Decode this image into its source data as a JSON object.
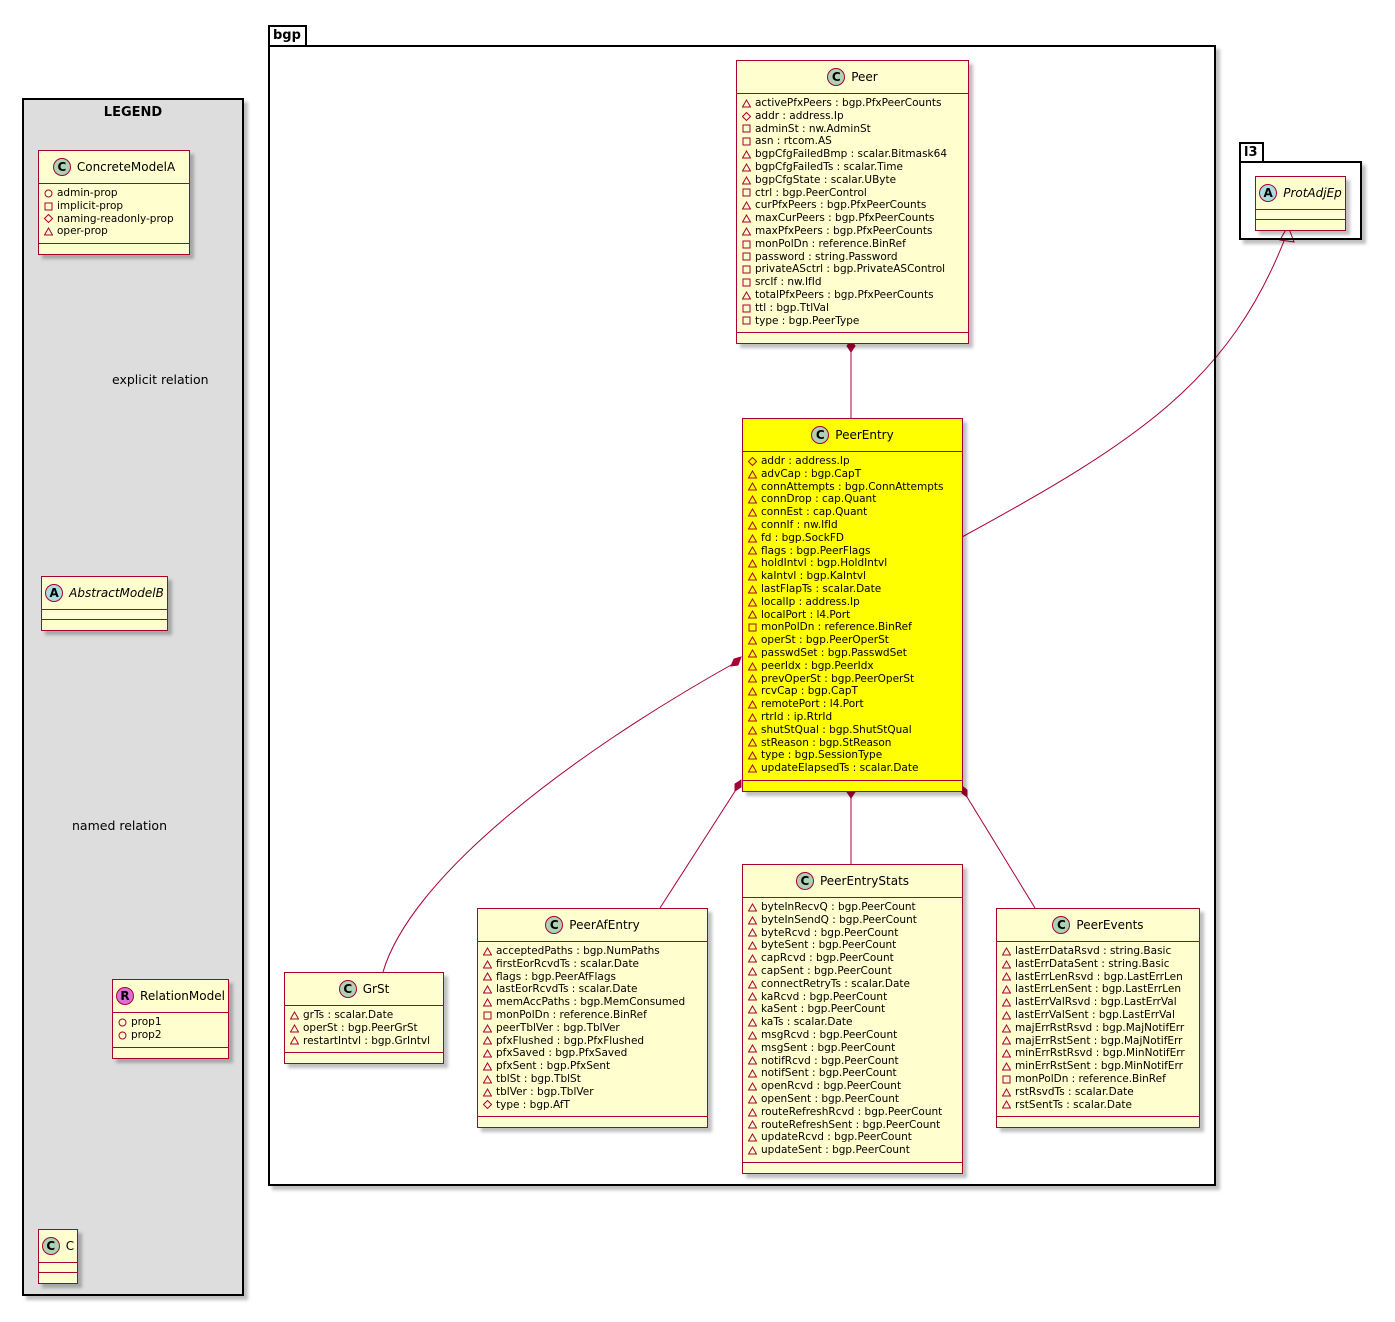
{
  "packages": {
    "bgp": "bgp",
    "l3": "l3"
  },
  "legend": {
    "title": "LEGEND",
    "explicit_relation": "explicit relation",
    "named_relation": "named relation",
    "classes": {
      "concrete": {
        "name": "ConcreteModelA",
        "kind": "C",
        "attrs": [
          {
            "v": "public",
            "t": "admin-prop"
          },
          {
            "v": "private",
            "t": "implicit-prop"
          },
          {
            "v": "protected",
            "t": "naming-readonly-prop"
          },
          {
            "v": "package",
            "t": "oper-prop"
          }
        ]
      },
      "abstract": {
        "name": "AbstractModelB",
        "kind": "A",
        "attrs": []
      },
      "relation": {
        "name": "RelationModel",
        "kind": "R",
        "attrs": [
          {
            "v": "public",
            "t": "prop1"
          },
          {
            "v": "public",
            "t": "prop2"
          }
        ]
      },
      "c": {
        "name": "C",
        "kind": "C",
        "attrs": []
      }
    }
  },
  "classes": {
    "peer": {
      "name": "Peer",
      "kind": "C",
      "attrs": [
        {
          "v": "package",
          "t": "activePfxPeers : bgp.PfxPeerCounts"
        },
        {
          "v": "protected",
          "t": "addr : address.Ip"
        },
        {
          "v": "private",
          "t": "adminSt : nw.AdminSt"
        },
        {
          "v": "private",
          "t": "asn : rtcom.AS"
        },
        {
          "v": "package",
          "t": "bgpCfgFailedBmp : scalar.Bitmask64"
        },
        {
          "v": "package",
          "t": "bgpCfgFailedTs : scalar.Time"
        },
        {
          "v": "package",
          "t": "bgpCfgState : scalar.UByte"
        },
        {
          "v": "private",
          "t": "ctrl : bgp.PeerControl"
        },
        {
          "v": "package",
          "t": "curPfxPeers : bgp.PfxPeerCounts"
        },
        {
          "v": "package",
          "t": "maxCurPeers : bgp.PfxPeerCounts"
        },
        {
          "v": "package",
          "t": "maxPfxPeers : bgp.PfxPeerCounts"
        },
        {
          "v": "private",
          "t": "monPolDn : reference.BinRef"
        },
        {
          "v": "private",
          "t": "password : string.Password"
        },
        {
          "v": "private",
          "t": "privateASctrl : bgp.PrivateASControl"
        },
        {
          "v": "private",
          "t": "srcIf : nw.IfId"
        },
        {
          "v": "package",
          "t": "totalPfxPeers : bgp.PfxPeerCounts"
        },
        {
          "v": "private",
          "t": "ttl : bgp.TtlVal"
        },
        {
          "v": "private",
          "t": "type : bgp.PeerType"
        }
      ]
    },
    "peerEntry": {
      "name": "PeerEntry",
      "kind": "C",
      "attrs": [
        {
          "v": "protected",
          "t": "addr : address.Ip"
        },
        {
          "v": "package",
          "t": "advCap : bgp.CapT"
        },
        {
          "v": "package",
          "t": "connAttempts : bgp.ConnAttempts"
        },
        {
          "v": "package",
          "t": "connDrop : cap.Quant"
        },
        {
          "v": "package",
          "t": "connEst : cap.Quant"
        },
        {
          "v": "package",
          "t": "connIf : nw.IfId"
        },
        {
          "v": "package",
          "t": "fd : bgp.SockFD"
        },
        {
          "v": "package",
          "t": "flags : bgp.PeerFlags"
        },
        {
          "v": "package",
          "t": "holdIntvl : bgp.HoldIntvl"
        },
        {
          "v": "package",
          "t": "kaIntvl : bgp.KaIntvl"
        },
        {
          "v": "package",
          "t": "lastFlapTs : scalar.Date"
        },
        {
          "v": "package",
          "t": "localIp : address.Ip"
        },
        {
          "v": "package",
          "t": "localPort : l4.Port"
        },
        {
          "v": "private",
          "t": "monPolDn : reference.BinRef"
        },
        {
          "v": "package",
          "t": "operSt : bgp.PeerOperSt"
        },
        {
          "v": "package",
          "t": "passwdSet : bgp.PasswdSet"
        },
        {
          "v": "package",
          "t": "peerIdx : bgp.PeerIdx"
        },
        {
          "v": "package",
          "t": "prevOperSt : bgp.PeerOperSt"
        },
        {
          "v": "package",
          "t": "rcvCap : bgp.CapT"
        },
        {
          "v": "package",
          "t": "remotePort : l4.Port"
        },
        {
          "v": "package",
          "t": "rtrId : ip.RtrId"
        },
        {
          "v": "package",
          "t": "shutStQual : bgp.ShutStQual"
        },
        {
          "v": "package",
          "t": "stReason : bgp.StReason"
        },
        {
          "v": "package",
          "t": "type : bgp.SessionType"
        },
        {
          "v": "package",
          "t": "updateElapsedTs : scalar.Date"
        }
      ]
    },
    "grSt": {
      "name": "GrSt",
      "kind": "C",
      "attrs": [
        {
          "v": "package",
          "t": "grTs : scalar.Date"
        },
        {
          "v": "package",
          "t": "operSt : bgp.PeerGrSt"
        },
        {
          "v": "package",
          "t": "restartIntvl : bgp.GrIntvl"
        }
      ]
    },
    "peerAfEntry": {
      "name": "PeerAfEntry",
      "kind": "C",
      "attrs": [
        {
          "v": "package",
          "t": "acceptedPaths : bgp.NumPaths"
        },
        {
          "v": "package",
          "t": "firstEorRcvdTs : scalar.Date"
        },
        {
          "v": "package",
          "t": "flags : bgp.PeerAfFlags"
        },
        {
          "v": "package",
          "t": "lastEorRcvdTs : scalar.Date"
        },
        {
          "v": "package",
          "t": "memAccPaths : bgp.MemConsumed"
        },
        {
          "v": "private",
          "t": "monPolDn : reference.BinRef"
        },
        {
          "v": "package",
          "t": "peerTblVer : bgp.TblVer"
        },
        {
          "v": "package",
          "t": "pfxFlushed : bgp.PfxFlushed"
        },
        {
          "v": "package",
          "t": "pfxSaved : bgp.PfxSaved"
        },
        {
          "v": "package",
          "t": "pfxSent : bgp.PfxSent"
        },
        {
          "v": "package",
          "t": "tblSt : bgp.TblSt"
        },
        {
          "v": "package",
          "t": "tblVer : bgp.TblVer"
        },
        {
          "v": "protected",
          "t": "type : bgp.AfT"
        }
      ]
    },
    "peerEntryStats": {
      "name": "PeerEntryStats",
      "kind": "C",
      "attrs": [
        {
          "v": "package",
          "t": "byteInRecvQ : bgp.PeerCount"
        },
        {
          "v": "package",
          "t": "byteInSendQ : bgp.PeerCount"
        },
        {
          "v": "package",
          "t": "byteRcvd : bgp.PeerCount"
        },
        {
          "v": "package",
          "t": "byteSent : bgp.PeerCount"
        },
        {
          "v": "package",
          "t": "capRcvd : bgp.PeerCount"
        },
        {
          "v": "package",
          "t": "capSent : bgp.PeerCount"
        },
        {
          "v": "package",
          "t": "connectRetryTs : scalar.Date"
        },
        {
          "v": "package",
          "t": "kaRcvd : bgp.PeerCount"
        },
        {
          "v": "package",
          "t": "kaSent : bgp.PeerCount"
        },
        {
          "v": "package",
          "t": "kaTs : scalar.Date"
        },
        {
          "v": "package",
          "t": "msgRcvd : bgp.PeerCount"
        },
        {
          "v": "package",
          "t": "msgSent : bgp.PeerCount"
        },
        {
          "v": "package",
          "t": "notifRcvd : bgp.PeerCount"
        },
        {
          "v": "package",
          "t": "notifSent : bgp.PeerCount"
        },
        {
          "v": "package",
          "t": "openRcvd : bgp.PeerCount"
        },
        {
          "v": "package",
          "t": "openSent : bgp.PeerCount"
        },
        {
          "v": "package",
          "t": "routeRefreshRcvd : bgp.PeerCount"
        },
        {
          "v": "package",
          "t": "routeRefreshSent : bgp.PeerCount"
        },
        {
          "v": "package",
          "t": "updateRcvd : bgp.PeerCount"
        },
        {
          "v": "package",
          "t": "updateSent : bgp.PeerCount"
        }
      ]
    },
    "peerEvents": {
      "name": "PeerEvents",
      "kind": "C",
      "attrs": [
        {
          "v": "package",
          "t": "lastErrDataRsvd : string.Basic"
        },
        {
          "v": "package",
          "t": "lastErrDataSent : string.Basic"
        },
        {
          "v": "package",
          "t": "lastErrLenRsvd : bgp.LastErrLen"
        },
        {
          "v": "package",
          "t": "lastErrLenSent : bgp.LastErrLen"
        },
        {
          "v": "package",
          "t": "lastErrValRsvd : bgp.LastErrVal"
        },
        {
          "v": "package",
          "t": "lastErrValSent : bgp.LastErrVal"
        },
        {
          "v": "package",
          "t": "majErrRstRsvd : bgp.MajNotifErr"
        },
        {
          "v": "package",
          "t": "majErrRstSent : bgp.MajNotifErr"
        },
        {
          "v": "package",
          "t": "minErrRstRsvd : bgp.MinNotifErr"
        },
        {
          "v": "package",
          "t": "minErrRstSent : bgp.MinNotifErr"
        },
        {
          "v": "private",
          "t": "monPolDn : reference.BinRef"
        },
        {
          "v": "package",
          "t": "rstRsvdTs : scalar.Date"
        },
        {
          "v": "package",
          "t": "rstSentTs : scalar.Date"
        }
      ]
    },
    "protAdjEp": {
      "name": "ProtAdjEp",
      "kind": "A",
      "attrs": []
    }
  },
  "colors": {
    "class_fill": "#FEFECE",
    "highlight_fill": "#FFFF00",
    "border": "#A80036",
    "legend_bg": "#DDDDDD",
    "concrete_circle": "#ADD1B2",
    "abstract_circle": "#A9DCDF",
    "relation_circle": "#DA70D6"
  }
}
